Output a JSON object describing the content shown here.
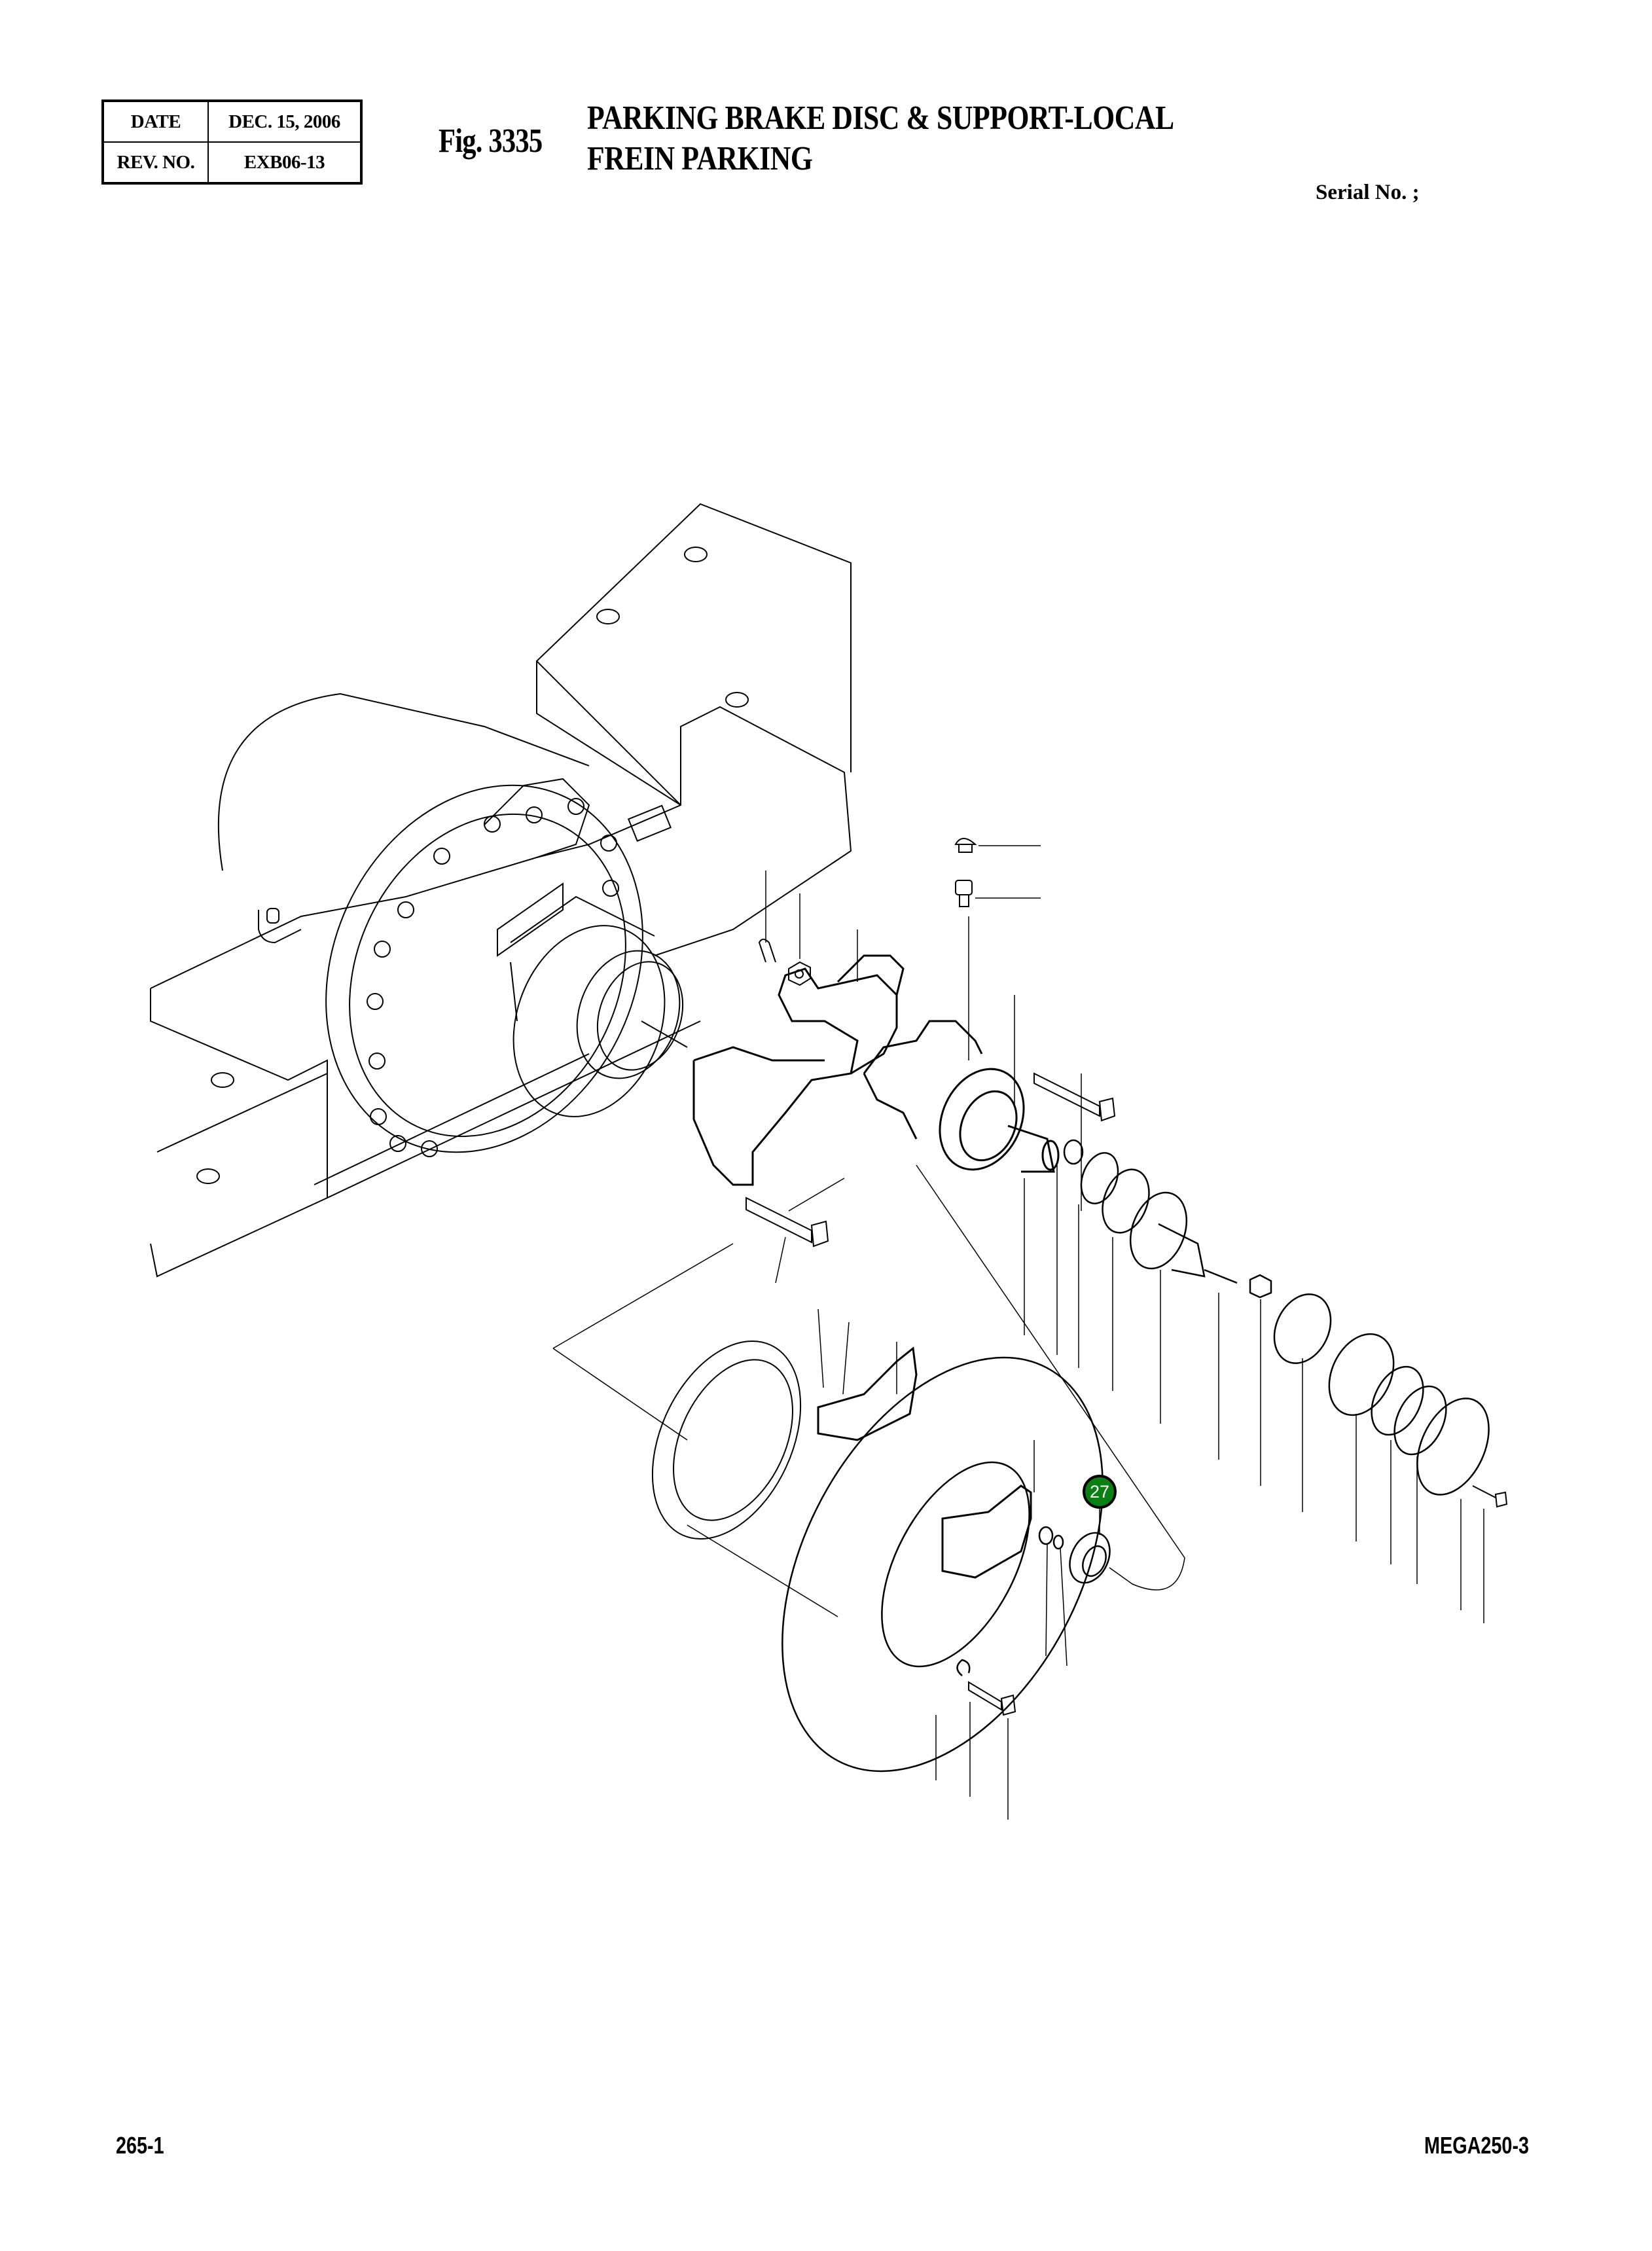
{
  "header": {
    "date_label": "DATE",
    "date_value": "DEC. 15, 2006",
    "rev_label": "REV. NO.",
    "rev_value": "EXB06-13",
    "figure_number": "Fig. 3335",
    "title_line1": "PARKING BRAKE DISC & SUPPORT-LOCAL",
    "title_line2": "FREIN PARKING",
    "serial": "Serial No. ;"
  },
  "diagram": {
    "subject": "exploded view of axle housing with parking brake caliper, support, disc, pads and fasteners",
    "callouts": [
      {
        "label": "27",
        "color": "#0a8013",
        "text_color": "#ffffff"
      }
    ],
    "icons": [
      "axle-housing-drawing",
      "brake-caliper-drawing",
      "brake-disc-drawing",
      "brake-pad-drawing",
      "bolt-drawing",
      "nut-drawing",
      "seal-ring-drawing",
      "cotter-pin-drawing"
    ]
  },
  "footer": {
    "page_number": "265-1",
    "model": "MEGA250-3"
  }
}
